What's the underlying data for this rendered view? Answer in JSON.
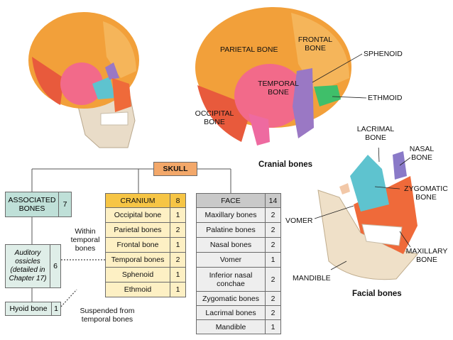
{
  "top_skull_labels": {
    "parietal": "PARIETAL BONE",
    "frontal": "FRONTAL BONE",
    "sphenoid": "SPHENOID",
    "temporal": "TEMPORAL BONE",
    "ethmoid": "ETHMOID",
    "occipital": "OCCIPITAL BONE",
    "caption": "Cranial bones"
  },
  "face_labels": {
    "lacrimal": "LACRIMAL BONE",
    "nasal": "NASAL BONE",
    "zygomatic": "ZYGOMATIC BONE",
    "vomer": "VOMER",
    "maxillary": "MAXILLARY BONE",
    "mandible": "MANDIBLE",
    "caption": "Facial bones"
  },
  "skull_box": "SKULL",
  "associated": {
    "label": "ASSOCIATED BONES",
    "count": "7"
  },
  "auditory": {
    "label": "Auditory ossicles (detailed in Chapter 17)",
    "count": "6"
  },
  "hyoid": {
    "label": "Hyoid bone",
    "count": "1"
  },
  "notes": {
    "within": "Within temporal bones",
    "suspended": "Suspended from temporal bones"
  },
  "cranium": {
    "header": "CRANIUM",
    "count": "8",
    "rows": [
      {
        "name": "Occipital bone",
        "n": "1"
      },
      {
        "name": "Parietal bones",
        "n": "2"
      },
      {
        "name": "Frontal bone",
        "n": "1"
      },
      {
        "name": "Temporal bones",
        "n": "2"
      },
      {
        "name": "Sphenoid",
        "n": "1"
      },
      {
        "name": "Ethmoid",
        "n": "1"
      }
    ]
  },
  "face": {
    "header": "FACE",
    "count": "14",
    "rows": [
      {
        "name": "Maxillary bones",
        "n": "2"
      },
      {
        "name": "Palatine bones",
        "n": "2"
      },
      {
        "name": "Nasal bones",
        "n": "2"
      },
      {
        "name": "Vomer",
        "n": "1"
      },
      {
        "name": "Inferior nasal conchae",
        "n": "2"
      },
      {
        "name": "Zygomatic bones",
        "n": "2"
      },
      {
        "name": "Lacrimal bones",
        "n": "2"
      },
      {
        "name": "Mandible",
        "n": "1"
      }
    ]
  },
  "colors": {
    "parietal": "#f2a03a",
    "frontal": "#f5b55a",
    "temporal": "#f26a8a",
    "occipital": "#e85a3c",
    "sphenoid": "#9a78c4",
    "ethmoid": "#3fbf6a",
    "zygomatic": "#5ec3cf",
    "maxillary": "#ef6a3a",
    "nasal": "#8a7ac8",
    "mandible": "#efe0c8",
    "cranium_header": "#f6c545",
    "cranium_body": "#fdf0c4",
    "face_header": "#c9c9c9",
    "face_body": "#eeeeee",
    "assoc_header": "#bfe0d8",
    "assoc_body": "#dfeee8",
    "skull_box": "#f3a86a"
  }
}
